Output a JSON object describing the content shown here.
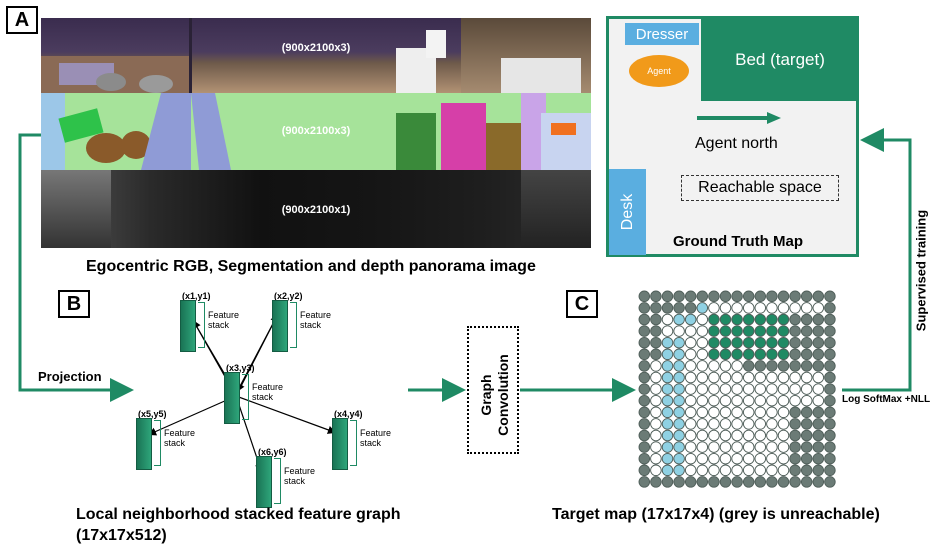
{
  "panels": {
    "a": "A",
    "b": "B",
    "c": "C"
  },
  "panorama": {
    "rgb_label": "(900x2100x3)",
    "seg_label": "(900x2100x3)",
    "depth_label": "(900x2100x1)",
    "caption": "Egocentric RGB, Segmentation and depth panorama image"
  },
  "gt_map": {
    "dresser": "Dresser",
    "bed": "Bed (target)",
    "agent": "Agent",
    "agent_north": "Agent north",
    "reachable": "Reachable space",
    "desk": "Desk",
    "title": "Ground Truth Map"
  },
  "graph": {
    "projection": "Projection",
    "feature_stack": "Feature\nstack",
    "nodes": [
      {
        "id": "n1",
        "coord": "(x1,y1)"
      },
      {
        "id": "n2",
        "coord": "(x2,y2)"
      },
      {
        "id": "n3",
        "coord": "(x3,y3)"
      },
      {
        "id": "n4",
        "coord": "(x4,y4)"
      },
      {
        "id": "n5",
        "coord": "(x5,y5)"
      },
      {
        "id": "n6",
        "coord": "(x6,y6)"
      }
    ],
    "caption_line1": "Local neighborhood stacked feature graph",
    "caption_line2": "(17x17x512)"
  },
  "conv": {
    "line1": "Graph",
    "line2": "Convolution"
  },
  "target": {
    "caption": "Target map (17x17x4) (grey is unreachable)",
    "loss": "Log SoftMax +NLL",
    "supervised": "Supervised training",
    "grid_size": 17,
    "colors": {
      "unreachable": "#6b7b76",
      "free": "#ffffff",
      "target": "#1f8a64",
      "desk": "#8fd1e3"
    }
  },
  "colors": {
    "accent": "#1f8a64"
  }
}
